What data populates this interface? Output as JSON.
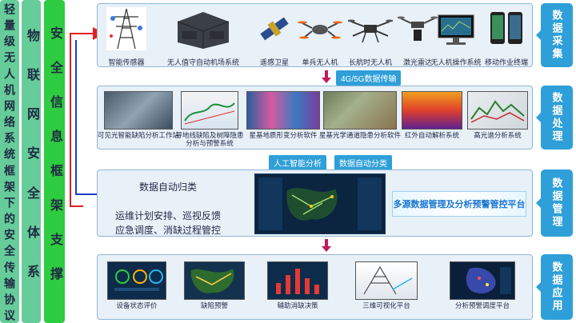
{
  "left_columns": {
    "col1": "轻量级无人机网络系统框架下的安全传输协议",
    "col2": "物联网安全体系",
    "col3": "安全信息框架支撑"
  },
  "side_labels": [
    "数据采集",
    "数据处理",
    "数据管理",
    "数据应用"
  ],
  "collection": {
    "items": [
      {
        "label": "智能传感器",
        "icon": "tower-sensor-icon"
      },
      {
        "label": "无人值守自动机场系统",
        "icon": "airport-box-icon"
      },
      {
        "label": "遥感卫星",
        "icon": "satellite-icon"
      },
      {
        "label": "单兵无人机",
        "icon": "drone-icon"
      },
      {
        "label": "长航时无人机",
        "icon": "long-drone-icon"
      },
      {
        "label": "激光雷达",
        "icon": "lidar-drone-icon"
      },
      {
        "label": "无人机操作系统",
        "icon": "monitor-icon"
      },
      {
        "label": "移动作业终端",
        "icon": "phone-icon"
      }
    ]
  },
  "transfer_label": "4G/5G数据传输",
  "processing": {
    "items": [
      {
        "label": "可见光智能缺陷分析工作站"
      },
      {
        "label": "导地线缺陷及树障隐患分析与预警系统"
      },
      {
        "label": "星基地质形变分析软件"
      },
      {
        "label": "星基光学通道隐患分析软件"
      },
      {
        "label": "红外自动解析系统"
      },
      {
        "label": "高光谱分析系统"
      }
    ]
  },
  "management": {
    "ai_badge": "人工智能分析",
    "classify_badge": "数据自动分类",
    "archive_text": "数据自动归类",
    "ops_line1": "运维计划安排、巡视反馈",
    "ops_line2": "应急调度、消缺过程管控",
    "platform_label": "多源数据管理及分析预警管控平台"
  },
  "application": {
    "items": [
      {
        "label": "设备状态评价"
      },
      {
        "label": "缺陷预警"
      },
      {
        "label": "辅助消缺决策"
      },
      {
        "label": "三维可视化平台"
      },
      {
        "label": "分析预警调度平台"
      }
    ]
  },
  "colors": {
    "accent": "#2e9fd8",
    "green": "#2ecc40",
    "light_green": "#66cc99",
    "arrow_red": "#e02020",
    "arrow_blue": "#1a3fc0"
  }
}
